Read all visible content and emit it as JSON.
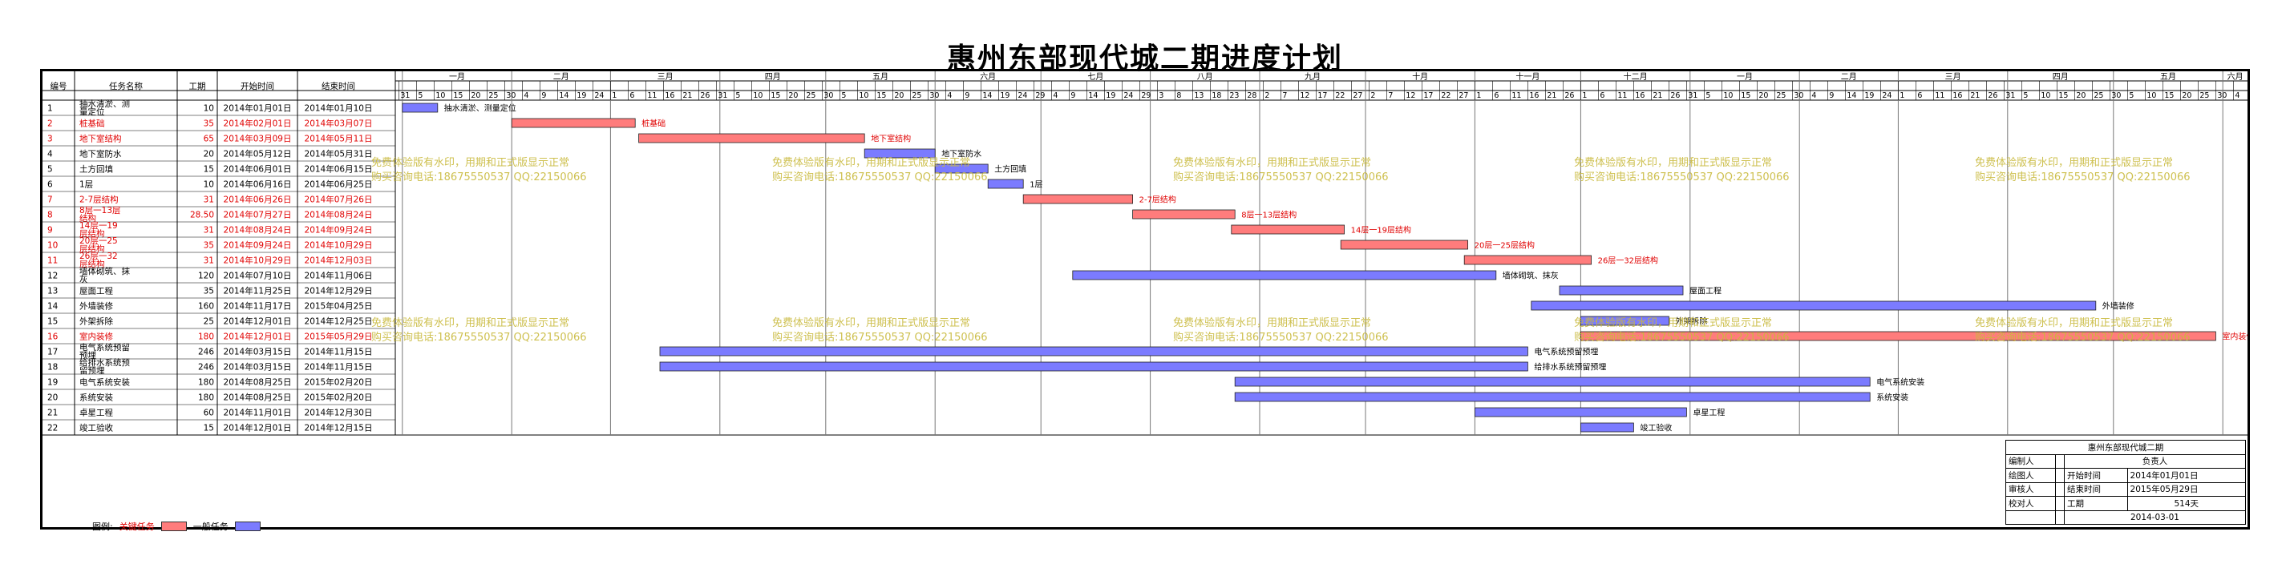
{
  "title": "惠州东部现代城二期进度计划",
  "columns": [
    "编号",
    "任务名称",
    "工期",
    "开始时间",
    "结束时间"
  ],
  "months": [
    "一月",
    "二月",
    "三月",
    "四月",
    "五月",
    "六月",
    "七月",
    "八月",
    "九月",
    "十月",
    "十一月",
    "十二月",
    "一月",
    "二月",
    "三月",
    "四月",
    "五月",
    "六月"
  ],
  "watermark": {
    "line1": "免费体验版有水印，用期和正式版显示正常",
    "line2": "购买咨询电话:18675550537 QQ:22150066"
  },
  "colors": {
    "critical": "#ff7c7c",
    "normal": "#7b7bff",
    "critical_text": "#e00000",
    "watermark": "#c9b93c"
  },
  "chart_data": {
    "type": "gantt",
    "title": "惠州东部现代城二期进度计划",
    "x_range": [
      "2013-12-30",
      "2015-06-08"
    ],
    "tasks": [
      {
        "id": "1",
        "name": "抽水清淤、测量定位",
        "duration": "10",
        "start": "2014年01月01日",
        "end": "2014年01月10日",
        "critical": false
      },
      {
        "id": "2",
        "name": "桩基础",
        "duration": "35",
        "start": "2014年02月01日",
        "end": "2014年03月07日",
        "critical": true
      },
      {
        "id": "3",
        "name": "地下室结构",
        "duration": "65",
        "start": "2014年03月09日",
        "end": "2014年05月11日",
        "critical": true
      },
      {
        "id": "4",
        "name": "地下室防水",
        "duration": "20",
        "start": "2014年05月12日",
        "end": "2014年05月31日",
        "critical": false
      },
      {
        "id": "5",
        "name": "土方回填",
        "duration": "15",
        "start": "2014年06月01日",
        "end": "2014年06月15日",
        "critical": false
      },
      {
        "id": "6",
        "name": "1层",
        "duration": "10",
        "start": "2014年06月16日",
        "end": "2014年06月25日",
        "critical": false
      },
      {
        "id": "7",
        "name": "2-7层结构",
        "duration": "31",
        "start": "2014年06月26日",
        "end": "2014年07月26日",
        "critical": true
      },
      {
        "id": "8",
        "name": "8层一13层结构",
        "duration": "28.50",
        "start": "2014年07月27日",
        "end": "2014年08月24日",
        "critical": true
      },
      {
        "id": "9",
        "name": "14层一19层结构",
        "duration": "31",
        "start": "2014年08月24日",
        "end": "2014年09月24日",
        "critical": true
      },
      {
        "id": "10",
        "name": "20层一25层结构",
        "duration": "35",
        "start": "2014年09月24日",
        "end": "2014年10月29日",
        "critical": true
      },
      {
        "id": "11",
        "name": "26层一32层结构",
        "duration": "31",
        "start": "2014年10月29日",
        "end": "2014年12月03日",
        "critical": true
      },
      {
        "id": "12",
        "name": "墙体砌筑、抹灰",
        "duration": "120",
        "start": "2014年07月10日",
        "end": "2014年11月06日",
        "critical": false
      },
      {
        "id": "13",
        "name": "屋面工程",
        "duration": "35",
        "start": "2014年11月25日",
        "end": "2014年12月29日",
        "critical": false
      },
      {
        "id": "14",
        "name": "外墙装修",
        "duration": "160",
        "start": "2014年11月17日",
        "end": "2015年04月25日",
        "critical": false
      },
      {
        "id": "15",
        "name": "外架拆除",
        "duration": "25",
        "start": "2014年12月01日",
        "end": "2014年12月25日",
        "critical": false
      },
      {
        "id": "16",
        "name": "室内装修",
        "duration": "180",
        "start": "2014年12月01日",
        "end": "2015年05月29日",
        "critical": true
      },
      {
        "id": "17",
        "name": "电气系统预留预埋",
        "duration": "246",
        "start": "2014年03月15日",
        "end": "2014年11月15日",
        "critical": false
      },
      {
        "id": "18",
        "name": "给排水系统预留预埋",
        "duration": "246",
        "start": "2014年03月15日",
        "end": "2014年11月15日",
        "critical": false
      },
      {
        "id": "19",
        "name": "电气系统安装",
        "duration": "180",
        "start": "2014年08月25日",
        "end": "2015年02月20日",
        "critical": false
      },
      {
        "id": "20",
        "name": "系统安装",
        "duration": "180",
        "start": "2014年08月25日",
        "end": "2015年02月20日",
        "critical": false
      },
      {
        "id": "21",
        "name": "卓星工程",
        "duration": "60",
        "start": "2014年11月01日",
        "end": "2014年12月30日",
        "critical": false
      },
      {
        "id": "22",
        "name": "竣工验收",
        "duration": "15",
        "start": "2014年12月01日",
        "end": "2014年12月15日",
        "critical": false
      }
    ],
    "bar_labels": [
      "抽水清淤、测量定位",
      "桩基础",
      "地下室结构",
      "地下室防水",
      "土方回填",
      "1层",
      "2-7层结构",
      "8层一13层结构",
      "14层一19层结构",
      "20层一25层结构",
      "26层一32层结构",
      "墙体砌筑、抹灰",
      "屋面工程",
      "外墙装修",
      "外架拆除",
      "室内装修",
      "电气系统预留预埋",
      "给排水系统预留预埋",
      "电气系统安装",
      "系统安装",
      "卓星工程",
      "竣工验收"
    ]
  },
  "legend": {
    "label": "图例:",
    "critical": "关键任务",
    "normal": "一般任务"
  },
  "info": {
    "project": "惠州东部现代城二期",
    "compiler": "编制人",
    "responsible": "负责人",
    "drafter": "绘图人",
    "start_label": "开始时间",
    "start_value": "2014年01月01日",
    "reviewer": "审核人",
    "end_label": "结束时间",
    "end_value": "2015年05月29日",
    "duration_label": "工期",
    "duration_value": "514天",
    "checker": "校对人",
    "date": "2014-03-01"
  }
}
